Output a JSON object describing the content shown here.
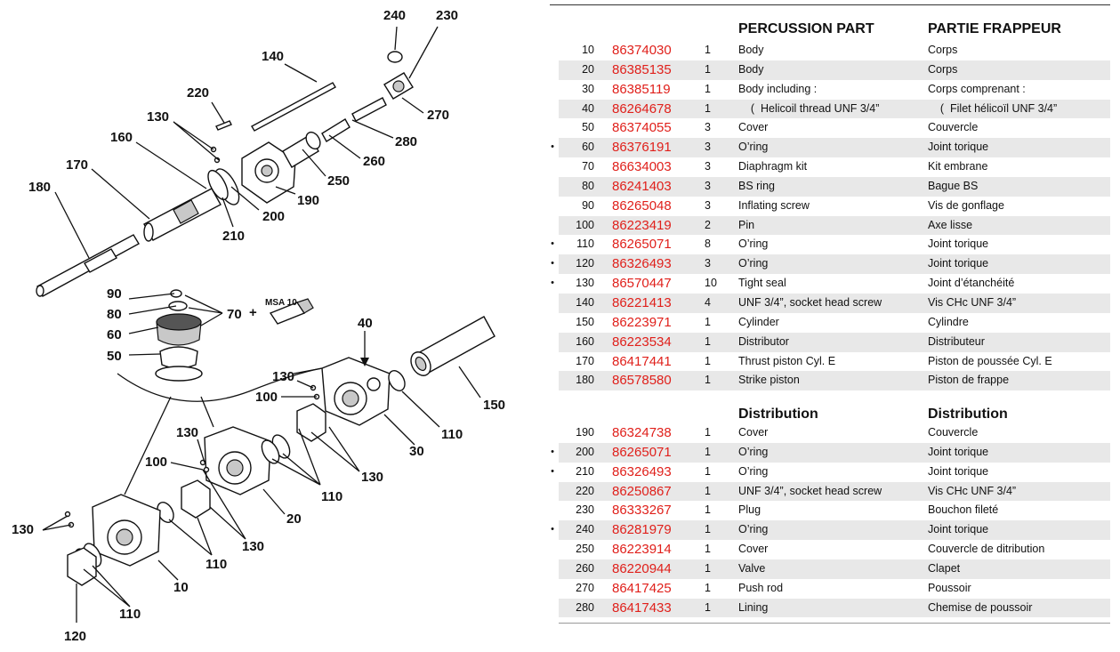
{
  "diagram": {
    "callouts": {
      "c240": "240",
      "c230": "230",
      "c140": "140",
      "c220": "220",
      "c270": "270",
      "c130a": "130",
      "c280": "280",
      "c160": "160",
      "c260": "260",
      "c170": "170",
      "c250": "250",
      "c190": "190",
      "c180": "180",
      "c200": "200",
      "c210": "210",
      "c90": "90",
      "c80": "80",
      "c70": "70",
      "c60": "60",
      "c50": "50",
      "c40": "40",
      "c130b": "130",
      "c150": "150",
      "c100a": "100",
      "c110a": "110",
      "c30": "30",
      "c130c": "130",
      "c100b": "100",
      "c130d": "130",
      "c110b": "110",
      "c20": "20",
      "c130e": "130",
      "c130f": "130",
      "c110c": "110",
      "c10": "10",
      "c110d": "110",
      "c120": "120"
    },
    "plus_sign": "+",
    "kit_label": "MSA 10"
  },
  "percussion": {
    "title_en": "PERCUSSION PART",
    "title_fr": "PARTIE FRAPPEUR",
    "rows": [
      {
        "bullet": "",
        "item": "10",
        "ref": "86374030",
        "qty": "1",
        "en": "Body",
        "fr": "Corps"
      },
      {
        "bullet": "",
        "item": "20",
        "ref": "86385135",
        "qty": "1",
        "en": "Body",
        "fr": "Corps"
      },
      {
        "bullet": "",
        "item": "30",
        "ref": "86385119",
        "qty": "1",
        "en": "Body including :",
        "fr": "Corps comprenant :"
      },
      {
        "bullet": "",
        "item": "40",
        "ref": "86264678",
        "qty": "1",
        "en": "    (  Helicoil thread UNF 3/4”",
        "fr": "    (  Filet hélicoïl UNF 3/4”"
      },
      {
        "bullet": "",
        "item": "50",
        "ref": "86374055",
        "qty": "3",
        "en": "Cover",
        "fr": "Couvercle"
      },
      {
        "bullet": "•",
        "item": "60",
        "ref": "86376191",
        "qty": "3",
        "en": "O’ring",
        "fr": "Joint torique"
      },
      {
        "bullet": "",
        "item": "70",
        "ref": "86634003",
        "qty": "3",
        "en": "Diaphragm kit",
        "fr": "Kit embrane"
      },
      {
        "bullet": "",
        "item": "80",
        "ref": "86241403",
        "qty": "3",
        "en": "BS ring",
        "fr": "Bague BS"
      },
      {
        "bullet": "",
        "item": "90",
        "ref": "86265048",
        "qty": "3",
        "en": "Inflating screw",
        "fr": "Vis de gonflage"
      },
      {
        "bullet": "",
        "item": "100",
        "ref": "86223419",
        "qty": "2",
        "en": "Pin",
        "fr": "Axe lisse"
      },
      {
        "bullet": "•",
        "item": "110",
        "ref": "86265071",
        "qty": "8",
        "en": "O’ring",
        "fr": "Joint torique"
      },
      {
        "bullet": "•",
        "item": "120",
        "ref": "86326493",
        "qty": "3",
        "en": "O’ring",
        "fr": "Joint torique"
      },
      {
        "bullet": "•",
        "item": "130",
        "ref": "86570447",
        "qty": "10",
        "en": "Tight seal",
        "fr": "Joint d’étanchéité"
      },
      {
        "bullet": "",
        "item": "140",
        "ref": "86221413",
        "qty": "4",
        "en": "UNF 3/4”, socket head screw",
        "fr": "Vis CHc UNF 3/4”"
      },
      {
        "bullet": "",
        "item": "150",
        "ref": "86223971",
        "qty": "1",
        "en": "Cylinder",
        "fr": "Cylindre"
      },
      {
        "bullet": "",
        "item": "160",
        "ref": "86223534",
        "qty": "1",
        "en": "Distributor",
        "fr": "Distributeur"
      },
      {
        "bullet": "",
        "item": "170",
        "ref": "86417441",
        "qty": "1",
        "en": "Thrust piston Cyl. E",
        "fr": "Piston de poussée Cyl. E"
      },
      {
        "bullet": "",
        "item": "180",
        "ref": "86578580",
        "qty": "1",
        "en": "Strike piston",
        "fr": "Piston de frappe"
      }
    ]
  },
  "distribution": {
    "title_en": "Distribution",
    "title_fr": "Distribution",
    "rows": [
      {
        "bullet": "",
        "item": "190",
        "ref": "86324738",
        "qty": "1",
        "en": "Cover",
        "fr": "Couvercle"
      },
      {
        "bullet": "•",
        "item": "200",
        "ref": "86265071",
        "qty": "1",
        "en": "O’ring",
        "fr": "Joint torique"
      },
      {
        "bullet": "•",
        "item": "210",
        "ref": "86326493",
        "qty": "1",
        "en": "O’ring",
        "fr": "Joint torique"
      },
      {
        "bullet": "",
        "item": "220",
        "ref": "86250867",
        "qty": "1",
        "en": "UNF 3/4”, socket head screw",
        "fr": "Vis CHc UNF 3/4”"
      },
      {
        "bullet": "",
        "item": "230",
        "ref": "86333267",
        "qty": "1",
        "en": "Plug",
        "fr": "Bouchon fileté"
      },
      {
        "bullet": "•",
        "item": "240",
        "ref": "86281979",
        "qty": "1",
        "en": "O’ring",
        "fr": "Joint torique"
      },
      {
        "bullet": "",
        "item": "250",
        "ref": "86223914",
        "qty": "1",
        "en": "Cover",
        "fr": "Couvercle de ditribution"
      },
      {
        "bullet": "",
        "item": "260",
        "ref": "86220944",
        "qty": "1",
        "en": "Valve",
        "fr": "Clapet"
      },
      {
        "bullet": "",
        "item": "270",
        "ref": "86417425",
        "qty": "1",
        "en": "Push rod",
        "fr": "Poussoir"
      },
      {
        "bullet": "",
        "item": "280",
        "ref": "86417433",
        "qty": "1",
        "en": "Lining",
        "fr": "Chemise de poussoir"
      }
    ]
  }
}
